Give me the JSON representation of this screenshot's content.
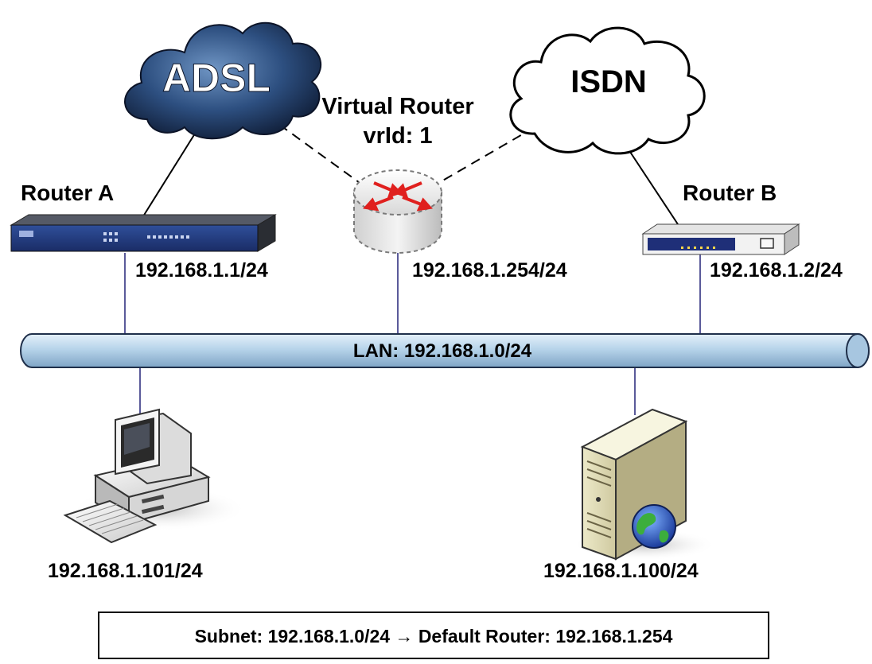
{
  "diagram": {
    "clouds": {
      "adsl": "ADSL",
      "isdn": "ISDN"
    },
    "virtual_router": {
      "title": "Virtual Router",
      "vrid": "vrId: 1",
      "ip": "192.168.1.254/24"
    },
    "router_a": {
      "name": "Router A",
      "ip": "192.168.1.1/24"
    },
    "router_b": {
      "name": "Router B",
      "ip": "192.168.1.2/24"
    },
    "lan": {
      "label": "LAN: 192.168.1.0/24"
    },
    "hosts": {
      "pc_ip": "192.168.1.101/24",
      "server_ip": "192.168.1.100/24"
    },
    "summary": {
      "text": "Subnet: 192.168.1.0/24 → Default Router: 192.168.1.254"
    },
    "colors": {
      "lan_pipe": "#b7d4ea",
      "lan_pipe_edge": "#1f2f4a",
      "link_line": "#5a5a9a",
      "adsl_cloud": "#1f3a63",
      "router_arrow": "#e0201e"
    }
  }
}
